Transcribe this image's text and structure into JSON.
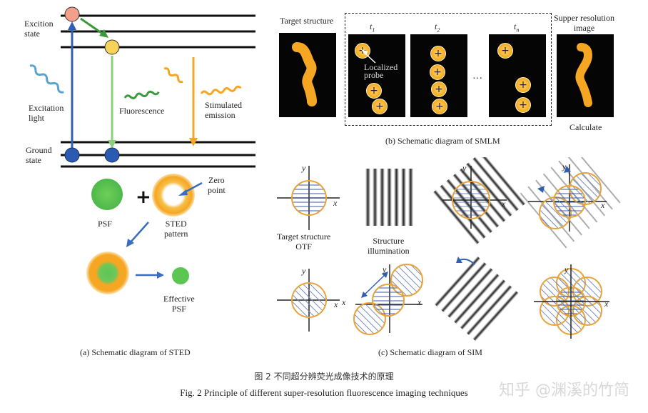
{
  "sted": {
    "excition_state": "Excition\nstate",
    "excitation_light": "Excitation\nlight",
    "fluorescence": "Fluorescence",
    "stimulated_emission": "Stimulated\nemission",
    "ground_state": "Ground\nstate",
    "psf": "PSF",
    "zero_point": "Zero\npoint",
    "sted_pattern": "STED\npattern",
    "effective_psf": "Effective\nPSF",
    "caption": "(a) Schematic diagram of STED"
  },
  "smlm": {
    "target_structure": "Target structure",
    "t1": "t",
    "t1_sub": "1",
    "t2": "t",
    "t2_sub": "2",
    "tn": "t",
    "tn_sub": "n",
    "localized_probe": "Localized\nprobe",
    "ellipsis": "···",
    "super_resolution": "Supper resolution\nimage",
    "calculate": "Calculate",
    "caption": "(b) Schematic diagram of SMLM"
  },
  "sim": {
    "target_structure_otf": "Target structure\nOTF",
    "structure_illumination": "Structure\nillumination",
    "axis_x": "x",
    "axis_y": "y",
    "caption": "(c) Schematic diagram of SIM"
  },
  "figure": {
    "caption_cn": "图 2   不同超分辨荧光成像技术的原理",
    "caption_en": "Fig. 2   Principle of different super-resolution fluorescence imaging techniques"
  },
  "watermark": "知乎 @渊溪的竹简",
  "colors": {
    "orange": "#f5a623",
    "green": "#5cb85c",
    "blue": "#2f5fb3",
    "otf_circle": "#e8a43a",
    "otf_hatch": "#3b5ba8"
  }
}
